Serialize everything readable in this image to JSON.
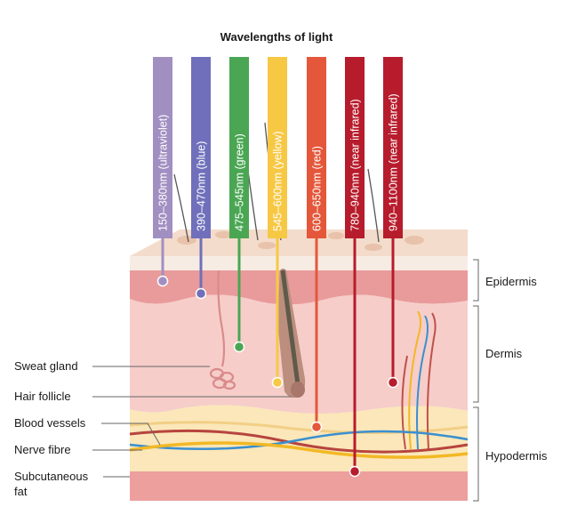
{
  "title": "Wavelengths of light",
  "wavelengths": [
    {
      "label": "150–380nm (ultraviolet)",
      "color": "#a18fc2"
    },
    {
      "label": "390–470nm (blue)",
      "color": "#6f6fbb"
    },
    {
      "label": "475–545nm (green)",
      "color": "#4aa653"
    },
    {
      "label": "545–600nm (yellow)",
      "color": "#f7c844"
    },
    {
      "label": "600–650nm (red)",
      "color": "#e5573a"
    },
    {
      "label": "780–940nm (near infrared)",
      "color": "#b71c2c"
    },
    {
      "label": "940–1100nm (near infrared)",
      "color": "#b71c2c"
    }
  ],
  "left_labels": {
    "sweat_gland": "Sweat gland",
    "hair_follicle": "Hair follicle",
    "blood_vessels": "Blood vessels",
    "nerve_fibre": "Nerve fibre",
    "subcutaneous_fat": "Subcutaneous fat"
  },
  "layers": {
    "epidermis": "Epidermis",
    "dermis": "Dermis",
    "hypodermis": "Hypodermis"
  }
}
